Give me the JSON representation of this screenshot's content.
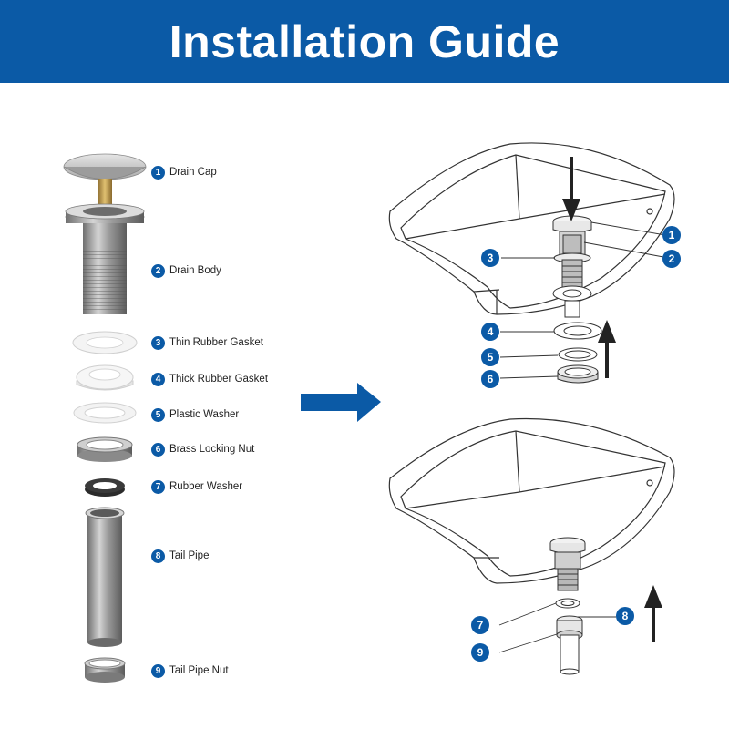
{
  "title": "Installation Guide",
  "parts": [
    {
      "num": "1",
      "label": "Drain Cap"
    },
    {
      "num": "2",
      "label": "Drain Body"
    },
    {
      "num": "3",
      "label": "Thin Rubber Gasket"
    },
    {
      "num": "4",
      "label": "Thick Rubber Gasket"
    },
    {
      "num": "5",
      "label": "Plastic Washer"
    },
    {
      "num": "6",
      "label": "Brass Locking Nut"
    },
    {
      "num": "7",
      "label": "Rubber Washer"
    },
    {
      "num": "8",
      "label": "Tail Pipe"
    },
    {
      "num": "9",
      "label": "Tail Pipe Nut"
    }
  ],
  "diagram_top": {
    "callouts": [
      "1",
      "2",
      "3",
      "4",
      "5",
      "6"
    ]
  },
  "diagram_bottom": {
    "callouts": [
      "7",
      "8",
      "9"
    ]
  },
  "colors": {
    "brand_blue": "#0b5aa6",
    "metal": "#a8a8a8",
    "rubber_white": "#f2f2f2",
    "rubber_black": "#2b2b2b"
  }
}
